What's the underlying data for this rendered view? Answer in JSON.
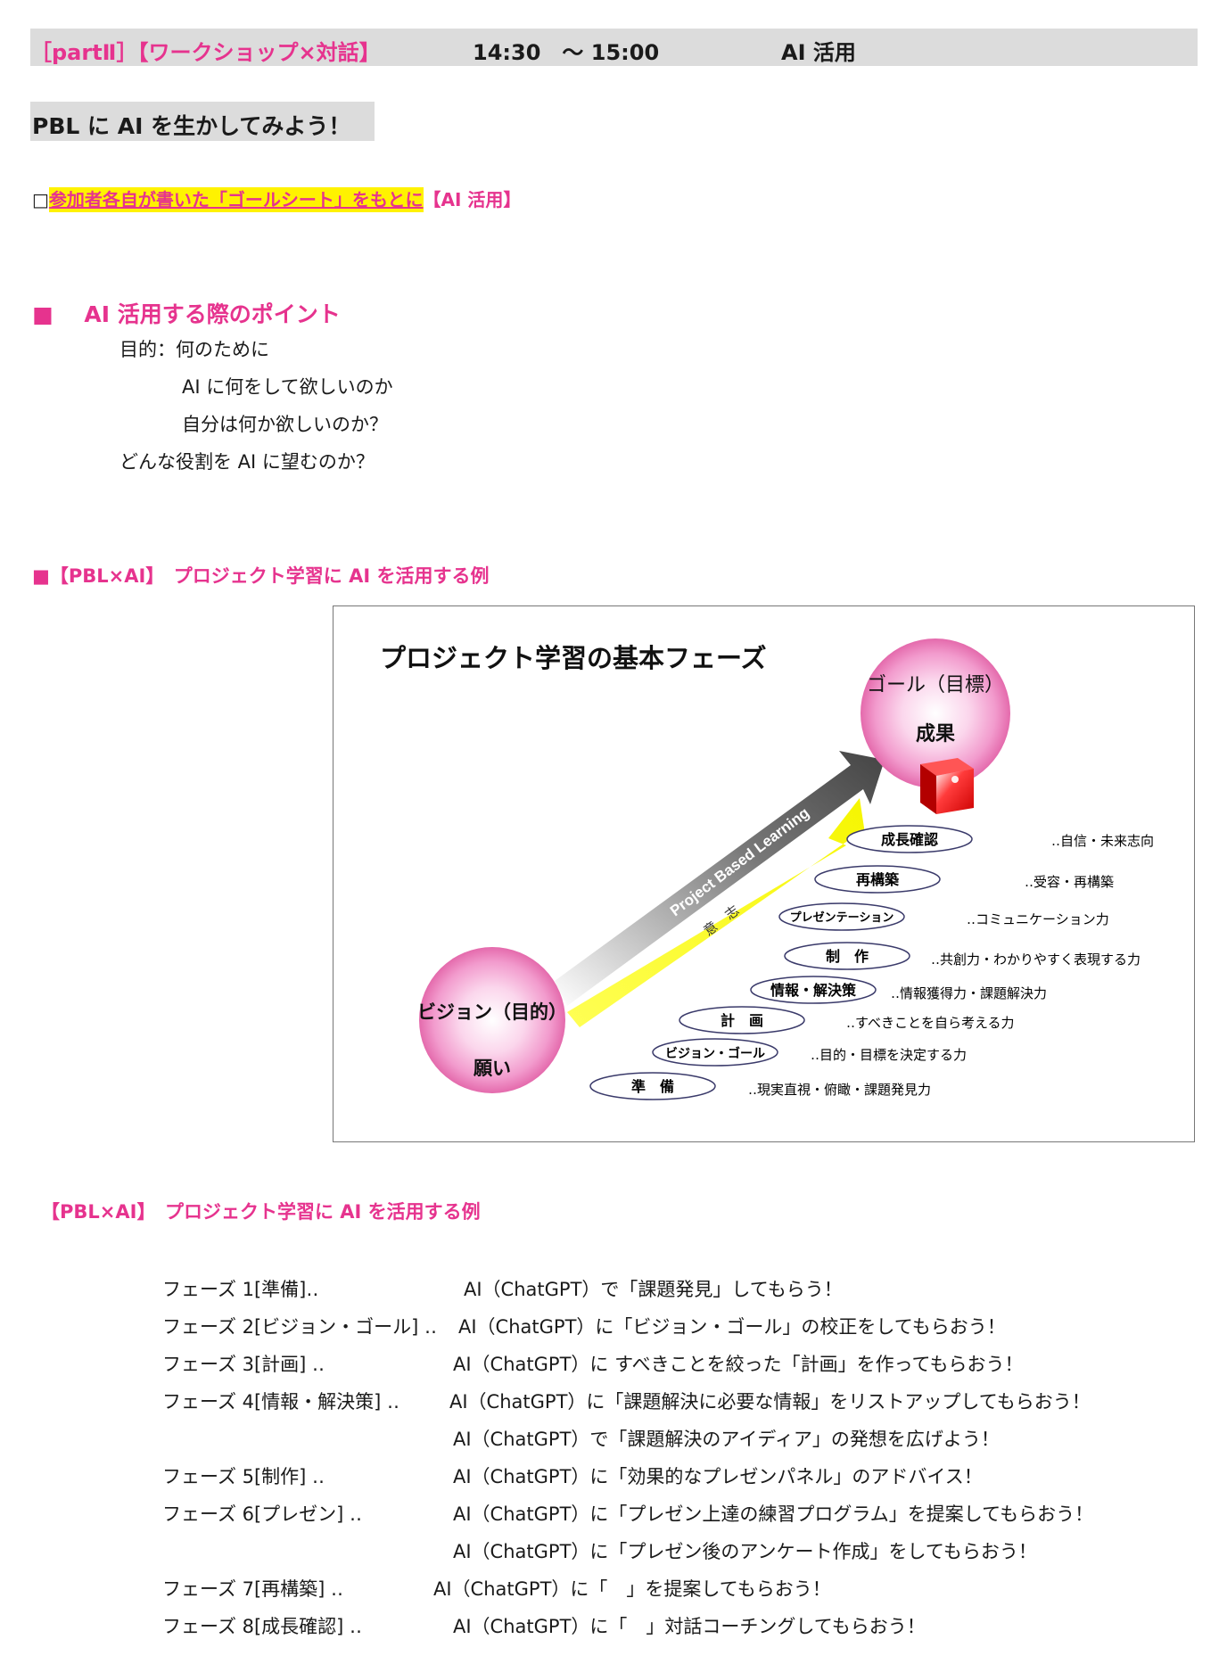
{
  "header": {
    "part_label": "［partⅡ］【ワークショップ×対話】",
    "time": "14:30　～ 15:00",
    "topic": "AI 活用"
  },
  "main_title": "PBL に AI を生かしてみよう！",
  "goal_line": {
    "checkbox": "□",
    "highlighted": "参加者各自が書いた「ゴールシート」をもとに",
    "suffix": "【AI 活用】"
  },
  "points": {
    "heading_marker": "■",
    "heading": "AI 活用する際のポイント",
    "lines": [
      "目的：何のために",
      "AI に何をして欲しいのか",
      "自分は何か欲しいのか？",
      "どんな役割を AI に望むのか？"
    ]
  },
  "section2_heading": "■【PBL×AI】　プロジェクト学習に AI を活用する例",
  "diagram": {
    "title": "プロジェクト学習の基本フェーズ",
    "goal_sphere": {
      "line1": "ゴール（目標）",
      "line2": "成果"
    },
    "vision_sphere": {
      "line1": "ビジョン（目的）",
      "line2": "願い"
    },
    "arrow_text": "Project Based Learning",
    "arrow_sub": "意　志",
    "steps": [
      {
        "name": "成長確認",
        "desc": "‥自信・未来志向"
      },
      {
        "name": "再構築",
        "desc": "‥受容・再構築"
      },
      {
        "name": "プレゼンテーション",
        "desc": "‥コミュニケーション力"
      },
      {
        "name": "制　作",
        "desc": "‥共創力・わかりやすく表現する力"
      },
      {
        "name": "情報・解決策",
        "desc": "‥情報獲得力・課題解決力"
      },
      {
        "name": "計　画",
        "desc": "‥すべきことを自ら考える力"
      },
      {
        "name": "ビジョン・ゴール",
        "desc": "‥目的・目標を決定する力"
      },
      {
        "name": "準　備",
        "desc": "‥現実直視・俯瞰・課題発見力"
      }
    ]
  },
  "section3_heading": "【PBL×AI】　プロジェクト学習に AI を活用する例",
  "phases": [
    {
      "label": "フェーズ 1[準備]‥",
      "text": "AI（ChatGPT）で「課題発見」してもらう！"
    },
    {
      "label": "フェーズ 2[ビジョン・ゴール] ‥",
      "text": "AI（ChatGPT）に「ビジョン・ゴール」の校正をしてもらおう！"
    },
    {
      "label": "フェーズ 3[計画] ‥",
      "text": "AI（ChatGPT）に すべきことを絞った「計画」を作ってもらおう！"
    },
    {
      "label": "フェーズ 4[情報・解決策] ‥",
      "text": "AI（ChatGPT）に「課題解決に必要な情報」をリストアップしてもらおう！"
    },
    {
      "label": "",
      "text": "AI（ChatGPT）で「課題解決のアイディア」の発想を広げよう！"
    },
    {
      "label": "フェーズ 5[制作] ‥",
      "text": "AI（ChatGPT）に「効果的なプレゼンパネル」のアドバイス！"
    },
    {
      "label": "フェーズ 6[プレゼン] ‥",
      "text": "AI（ChatGPT）に「プレゼン上達の練習プログラム」を提案してもらおう！"
    },
    {
      "label": "",
      "text": "AI（ChatGPT）に「プレゼン後のアンケート作成」をしてもらおう！"
    },
    {
      "label": "フェーズ 7[再構築] ‥",
      "text": "AI（ChatGPT）に「　」を提案してもらおう！"
    },
    {
      "label": "フェーズ 8[成長確認] ‥",
      "text": "AI（ChatGPT）に「　」対話コーチングしてもらおう！"
    }
  ],
  "colors": {
    "accent_pink": "#e6338e",
    "highlight_yellow": "#fff200",
    "header_gray": "#dcdcdc"
  }
}
